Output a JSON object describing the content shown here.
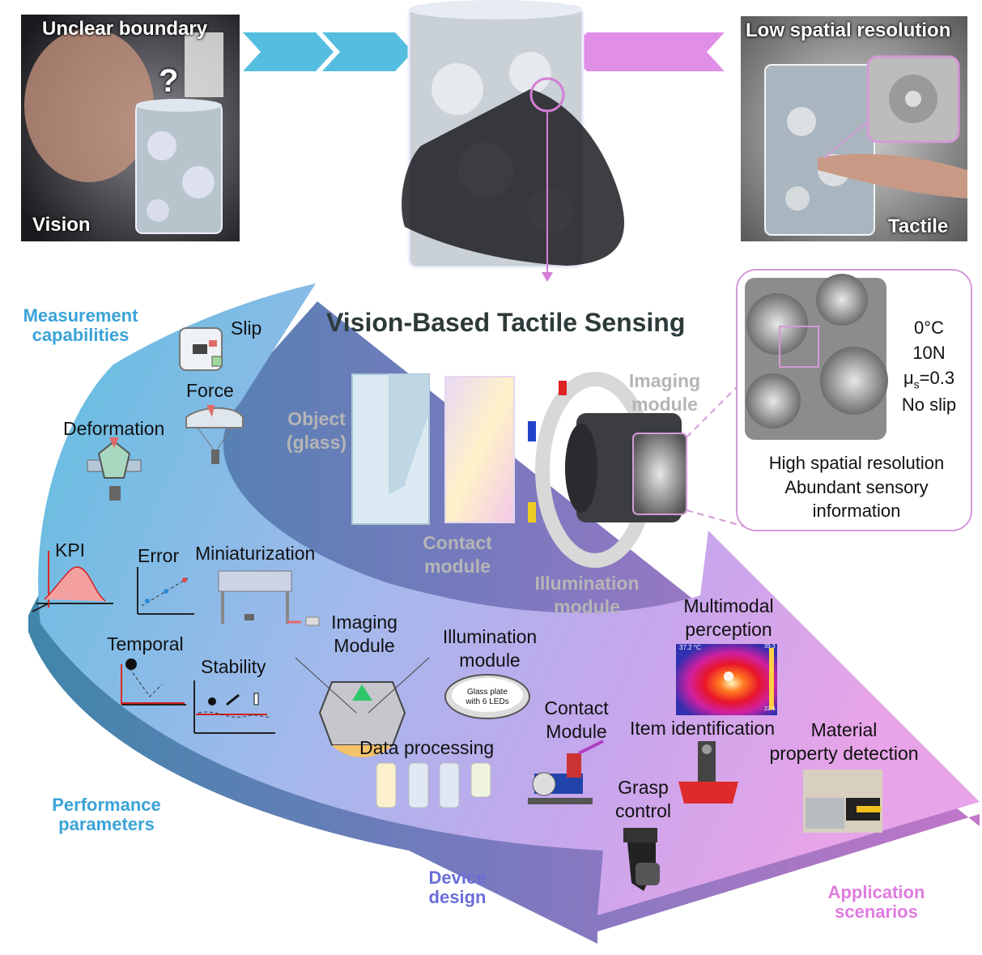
{
  "top": {
    "vision_title": "Unclear boundary",
    "vision_label": "Vision",
    "question_mark": "?",
    "tactile_title": "Low spatial resolution",
    "tactile_label": "Tactile"
  },
  "main_title": "Vision-Based Tactile Sensing",
  "components": {
    "object": "Object\n(glass)",
    "contact": "Contact\nmodule",
    "illumination": "Illumination\nmodule",
    "imaging": "Imaging\nmodule"
  },
  "zoom": {
    "temp": "0°C",
    "force": "10N",
    "mu_base": "μ",
    "mu_sub": "s",
    "mu_rest": "=0.3",
    "slip": "No slip",
    "desc": "High spatial resolution\nAbundant sensory\ninformation"
  },
  "sections": {
    "measurement": "Measurement\ncapabilities",
    "performance": "Performance\nparameters",
    "device": "Device\ndesign",
    "application": "Application\nscenarios"
  },
  "measurement_items": {
    "slip": "Slip",
    "force": "Force",
    "deformation": "Deformation"
  },
  "performance_items": {
    "kpi": "KPI",
    "error": "Error",
    "miniaturization": "Miniaturization",
    "temporal": "Temporal",
    "stability": "Stability"
  },
  "device_items": {
    "imaging": "Imaging\nModule",
    "illumination": "Illumination\nmodule",
    "glass_plate": "Glass plate\nwith 6 LEDs",
    "contact": "Contact\nModule",
    "data": "Data processing"
  },
  "application_items": {
    "multimodal": "Multimodal\nperception",
    "item_id": "Item identification",
    "material": "Material\nproperty detection",
    "grasp": "Grasp\ncontrol",
    "thermal_left": "37.2 °C",
    "thermal_right_top": "39.3",
    "thermal_right_bottom": "22.6"
  },
  "colors": {
    "blue_section": "#3aa3d8",
    "purple_section": "#6a6ed8",
    "pink_section": "#e07be0",
    "blue_chevron": "#55bde0",
    "pink_chevron": "#e08ee6",
    "zoom_border": "#d49ad6"
  }
}
